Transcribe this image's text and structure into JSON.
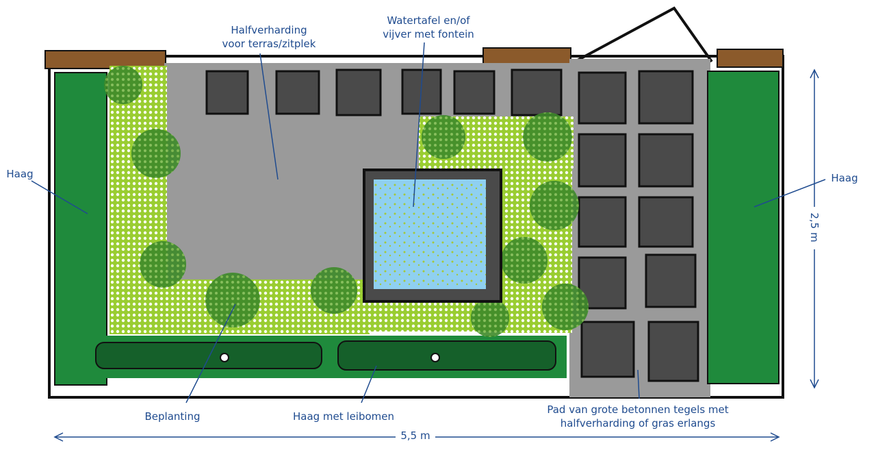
{
  "labels": {
    "halfverharding": [
      "Halfverharding",
      "voor terras/zitplek"
    ],
    "watertafel": [
      "Watertafel en/of",
      "vijver met fontein"
    ],
    "haag_left": "Haag",
    "haag_right": "Haag",
    "beplanting": "Beplanting",
    "haag_leibomen": "Haag met leibomen",
    "pad": [
      "Pad van grote betonnen tegels met",
      "halfverharding of gras erlangs"
    ]
  },
  "dimensions": {
    "width": "5,5 m",
    "depth": "2,5 m"
  },
  "colors": {
    "label": "#1f4b8f",
    "hedge": "#1f8a3c",
    "hedge_dark": "#15602a",
    "planting": "#9acd32",
    "paving": "#9a9a9a",
    "tile": "#4a4a4a",
    "water": "#8fd0f0",
    "fence": "#8b5a2b"
  }
}
